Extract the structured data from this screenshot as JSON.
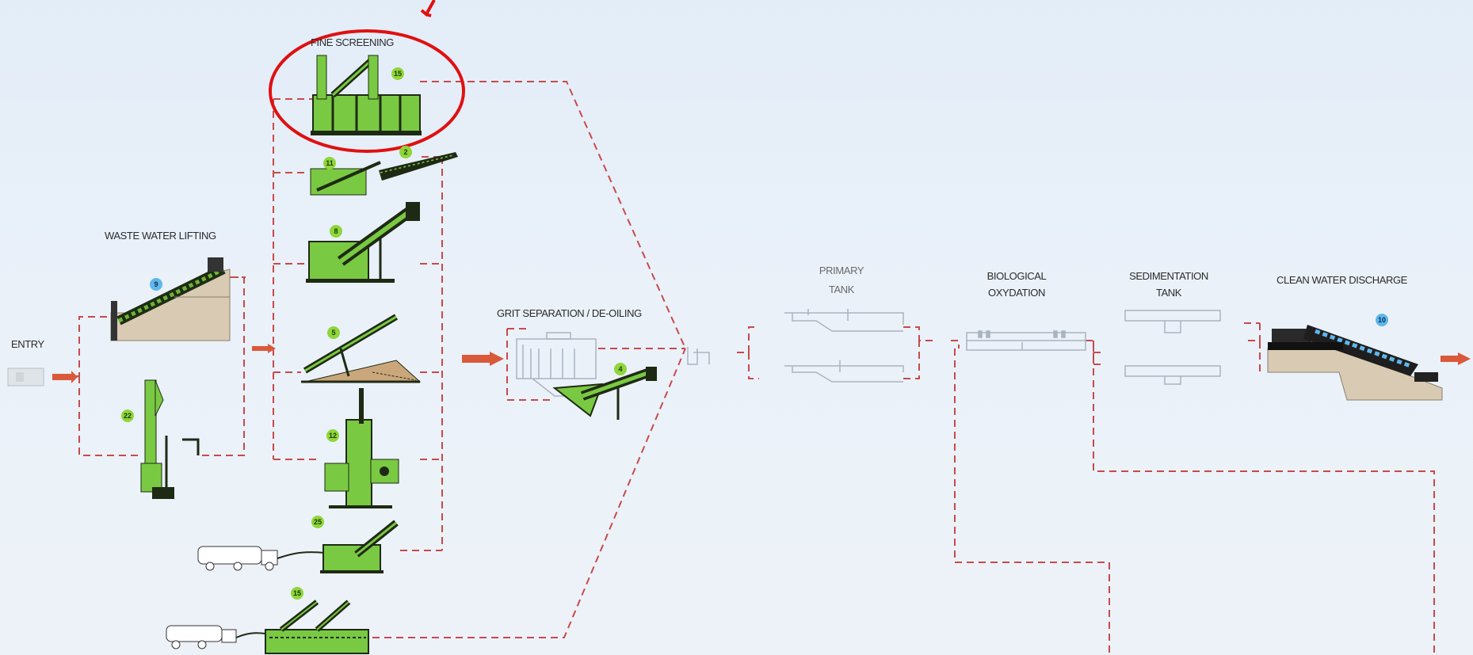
{
  "labels": {
    "entry": "ENTRY",
    "waste_water_lifting": "WASTE WATER LIFTING",
    "fine_screening": "FINE SCREENING",
    "grit_separation": "GRIT SEPARATION / DE-OILING",
    "primary_tank_line1": "PRIMARY",
    "primary_tank_line2": "TANK",
    "biological_line1": "BIOLOGICAL",
    "biological_line2": "OXYDATION",
    "sedimentation_line1": "SEDIMENTATION",
    "sedimentation_line2": "TANK",
    "clean_water_discharge": "CLEAN WATER DISCHARGE"
  },
  "badges": {
    "lift_screw": "9",
    "lift_pump": "22",
    "fine_screen": "15",
    "belt_a": "11",
    "belt_b": "2",
    "screw_compactor": "8",
    "screw_inclined": "5",
    "vertical_unit": "12",
    "septage_receiver": "25",
    "septage_station": "15",
    "grit_classifier": "4",
    "discharge_screw": "10"
  },
  "colors": {
    "equipment_green": "#7ac943",
    "equipment_dark": "#1f2a14",
    "flow_line_red": "#c0392b",
    "highlight_ring": "#e01010",
    "flow_arrow": "#d9593a",
    "faded_outline": "#a9b4bf"
  }
}
